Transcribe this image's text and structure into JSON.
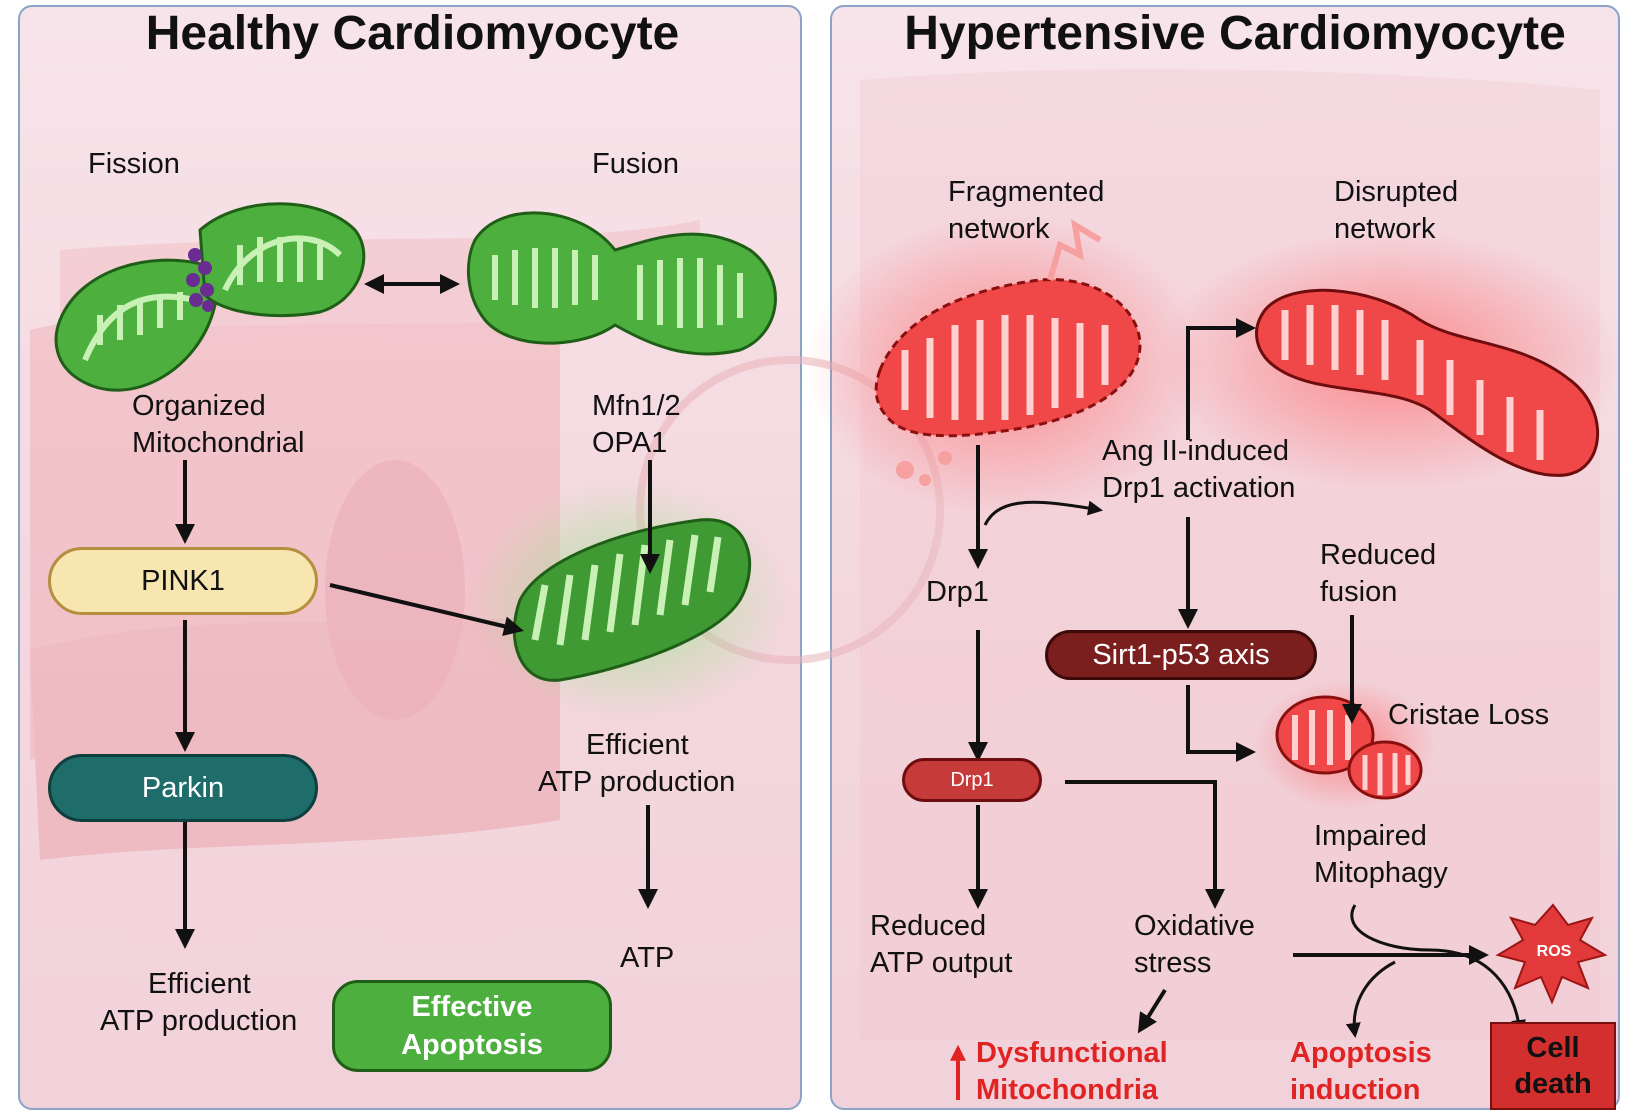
{
  "left_panel": {
    "title": "Healthy Cardiomyocyte",
    "fission_label": "Fission",
    "fusion_label": "Fusion",
    "organized_label_line1": "Organized",
    "organized_label_line2": "Mitochondrial",
    "mfn_label_line1": "Mfn1/2",
    "mfn_label_line2": "OPA1",
    "pink1_label": "PINK1",
    "parkin_label": "Parkin",
    "efficient_left_line1": "Efficient",
    "efficient_left_line2": "ATP production",
    "efficient_right_line1": "Efficient",
    "efficient_right_line2": "ATP production",
    "atp_label": "ATP",
    "effective_apoptosis_line1": "Effective",
    "effective_apoptosis_line2": "Apoptosis"
  },
  "right_panel": {
    "title": "Hypertensive Cardiomyocyte",
    "fragmented_line1": "Fragmented",
    "fragmented_line2": "network",
    "disrupted_line1": "Disrupted",
    "disrupted_line2": "network",
    "angii_line1": "Ang II-induced",
    "angii_line2": "Drp1 activation",
    "drp1_label": "Drp1",
    "drp1_pill_label": "Drp1",
    "sirt_label": "Sirt1-p53 axis",
    "reduced_fusion_line1": "Reduced",
    "reduced_fusion_line2": "fusion",
    "cristae_label": "Cristae Loss",
    "impaired_line1": "Impaired",
    "impaired_line2": "Mitophagy",
    "reduced_atp_line1": "Reduced",
    "reduced_atp_line2": "ATP output",
    "oxidative_line1": "Oxidative",
    "oxidative_line2": "stress",
    "ros_label": "ROS",
    "dysfunctional_line1": "Dysfunctional",
    "dysfunctional_line2": "Mitochondria",
    "apoptosis_line1": "Apoptosis",
    "apoptosis_line2": "induction",
    "cell_death_line1": "Cell",
    "cell_death_line2": "death"
  },
  "colors": {
    "healthy_green": "#4caf3e",
    "dysfunction_red": "#e53935",
    "pink1_fill": "#f7e6b0",
    "parkin_fill": "#1f6d6a",
    "sirt_fill": "#7b1e1e",
    "cell_death_fill": "#d32f2f"
  }
}
